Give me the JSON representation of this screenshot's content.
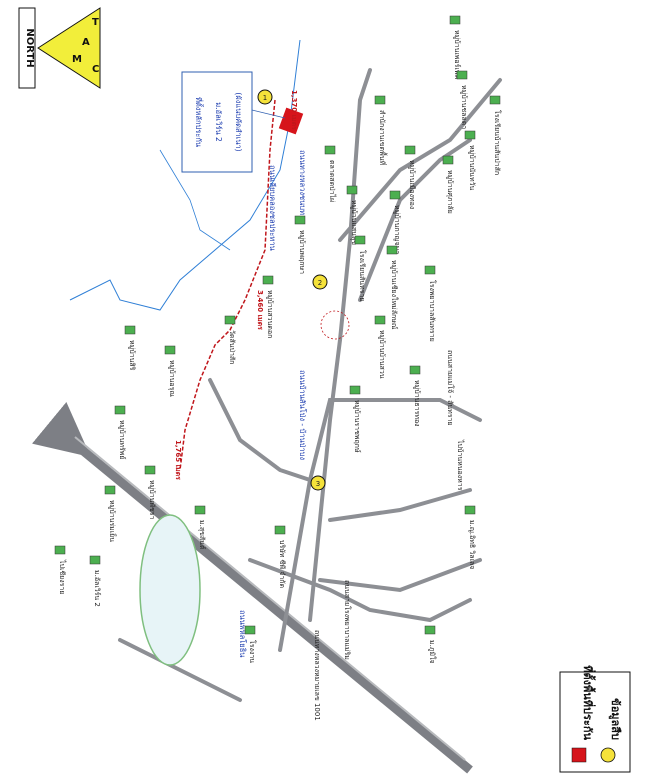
{
  "north": {
    "label": "NORTH",
    "letters": [
      "T",
      "A",
      "M",
      "C"
    ]
  },
  "legend": {
    "site_label": "ที่ตั้งพื้นที่ประกัน",
    "info_label": "ข้อมูลสืบ"
  },
  "info_box": {
    "lines": [
      "ที่ตั้งหลักประกัน",
      "ม.อัลเวิร์น 2",
      "(ผังแนบคัดสำเนา)"
    ]
  },
  "markers": [
    "1",
    "2",
    "3"
  ],
  "distances": [
    "1,370 เมตร",
    "3,460 เมตร",
    "1,765 เมตร"
  ],
  "roads": [
    "ถนนเลียบคลองชลประทาน",
    "ถนนทางหลวงชนบท",
    "ถนนพหลโยธิน",
    "ถนนบ้านสันโป่ง - บ้านป่าบง",
    "ถนนสายโรงพยาบาลแม่ริม",
    "ถนนทางหลวงหมายเลข 1001",
    "ถนนสายแม่โจ้ - สันทราย",
    "ไปบ้านหนองหาร"
  ],
  "places": [
    "หมู่บ้านเพอร์เฟค",
    "หมู่บ้านชลลดา",
    "โรงเรียนบ้านสันป่าสัก",
    "หมู่บ้านนันทวัน",
    "หมู่บ้านศุภาลัย",
    "สำนักงานเขตพื้นที่",
    "หมู่บ้านเมืองทอง",
    "หมู่บ้านกาญจนา",
    "หมู่บ้านแสนสุข",
    "ตลาดสดป่าไผ่",
    "หมู่บ้านพฤกษา",
    "โรงเรียนสันทราย",
    "หมู่บ้านเชียงใหม่ลักษณ์",
    "โรงพยาบาลสันทราย",
    "หมู่บ้านสวนดอก",
    "วัดสันป่าสัก",
    "หมู่บ้านอรุณ",
    "หมู่บ้านสิริ",
    "หมู่บ้านทรัพย์",
    "หมู่บ้านพัชรา",
    "หมู่บ้านร่มเย็น",
    "ม.อัลเวิร์น 2",
    "ม.สุขสันต์",
    "โรงงาน",
    "บริษัท ซีพี จำกัด",
    "หมู่บ้านราชพฤกษ์",
    "หมู่บ้านบ้านสวน",
    "หมู่บ้านธารทอง",
    "ม.ญ.อิทธิ วิลเลจ",
    "ม.ภูมิใจ",
    "ไปเชียงราย"
  ],
  "colors": {
    "road": "#8d8f94",
    "highway": "#7d7f85",
    "route": "#c0161b",
    "river": "#2f7fd6",
    "marker": "#f5e23a",
    "site": "#d6141b",
    "north": "#f2ee3a"
  }
}
